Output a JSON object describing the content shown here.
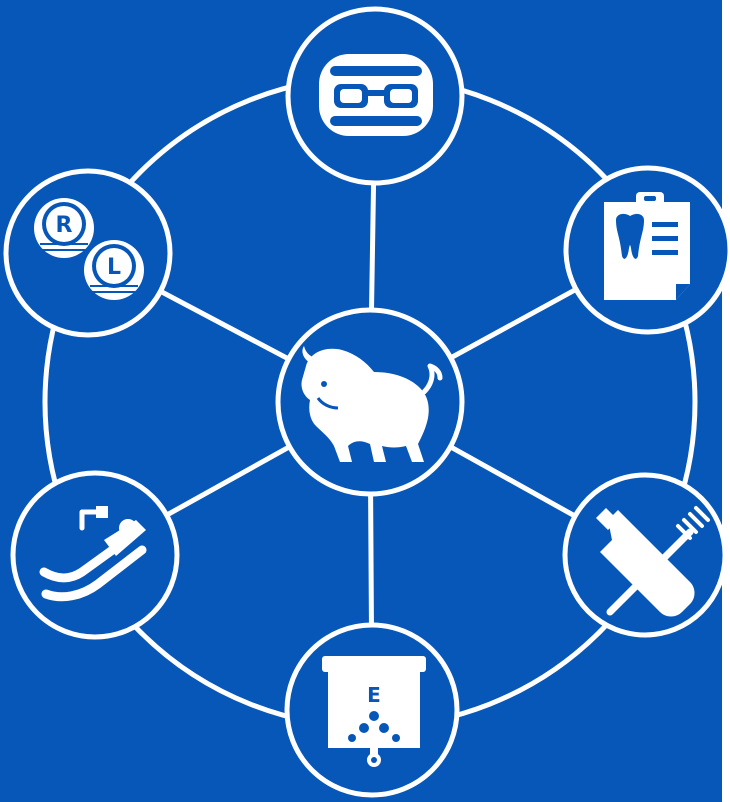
{
  "colors": {
    "background": "#0757b8",
    "foreground": "#ffffff"
  },
  "hub": {
    "icon": "bison-icon"
  },
  "nodes": [
    {
      "id": "glasses",
      "icon": "glasses-case-icon"
    },
    {
      "id": "dental-chart",
      "icon": "dental-clipboard-icon"
    },
    {
      "id": "toothpaste",
      "icon": "toothpaste-toothbrush-icon"
    },
    {
      "id": "eye-chart",
      "icon": "eye-chart-icon",
      "label": "E"
    },
    {
      "id": "dental-chair",
      "icon": "dental-chair-icon"
    },
    {
      "id": "contact-lenses",
      "icon": "contact-lens-case-icon",
      "labels": [
        "R",
        "L"
      ]
    }
  ]
}
